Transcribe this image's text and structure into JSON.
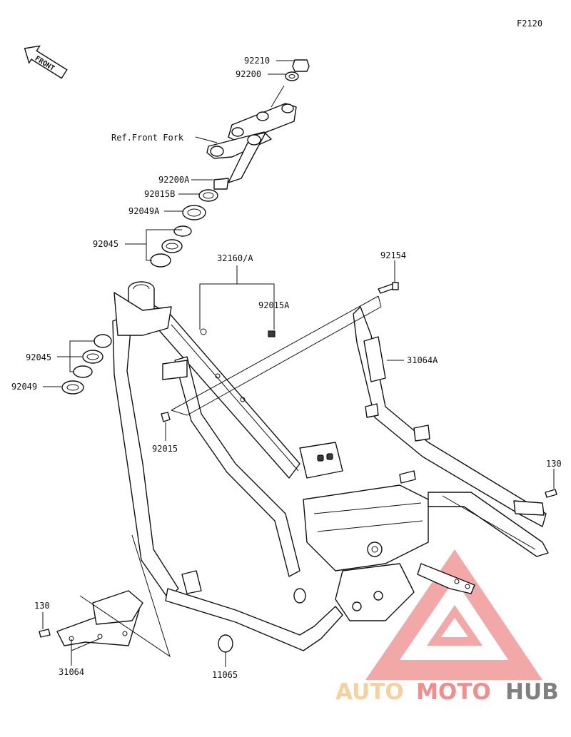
{
  "diagram_code": "F2120",
  "front_indicator": "FRONT",
  "watermark": {
    "part1": "AUTO",
    "part2": "MOTO",
    "part3": "HUB",
    "colors": {
      "auto": "#f6c98c",
      "moto": "#f07a7a",
      "hub": "#6b6b6b",
      "logo": "#f08c8c"
    }
  },
  "callouts": {
    "c92210": "92210",
    "c92200": "92200",
    "ref_front_fork": "Ref.Front Fork",
    "c92200A": "92200A",
    "c92015B": "92015B",
    "c92049A": "92049A",
    "c92045_top": "92045",
    "c32160A": "32160/A",
    "c92154": "92154",
    "c92015A": "92015A",
    "c31064A": "31064A",
    "c92045_left": "92045",
    "c92049": "92049",
    "c92015": "92015",
    "c130_right": "130",
    "c130_left": "130",
    "c31064": "31064",
    "c11065": "11065"
  }
}
